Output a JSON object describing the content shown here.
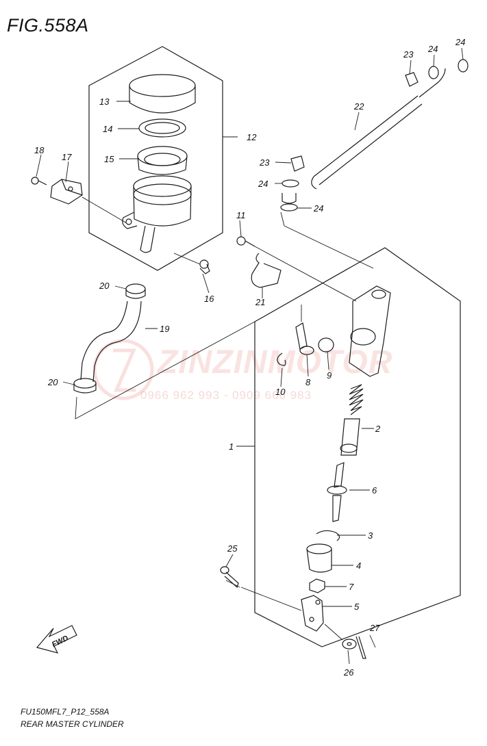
{
  "figure": {
    "title": "FIG.558A",
    "code": "FU150MFL7_P12_558A",
    "name": "REAR MASTER CYLINDER"
  },
  "watermark": {
    "brand": "ZINZINMOTOR",
    "phone": "0966 962 993 - 0909 666 983"
  },
  "direction_marker": "FWD",
  "callouts": {
    "p1": "1",
    "p2": "2",
    "p3": "3",
    "p4": "4",
    "p5": "5",
    "p6": "6",
    "p7": "7",
    "p8": "8",
    "p9": "9",
    "p10": "10",
    "p11": "11",
    "p12": "12",
    "p13": "13",
    "p14": "14",
    "p15": "15",
    "p16": "16",
    "p17": "17",
    "p18": "18",
    "p19": "19",
    "p20a": "20",
    "p20b": "20",
    "p21": "21",
    "p22": "22",
    "p23a": "23",
    "p23b": "23",
    "p24a": "24",
    "p24b": "24",
    "p24c": "24",
    "p24d": "24",
    "p25": "25",
    "p26": "26",
    "p27": "27"
  },
  "colors": {
    "line": "#1a1a1a",
    "watermark": "#dc5046"
  }
}
